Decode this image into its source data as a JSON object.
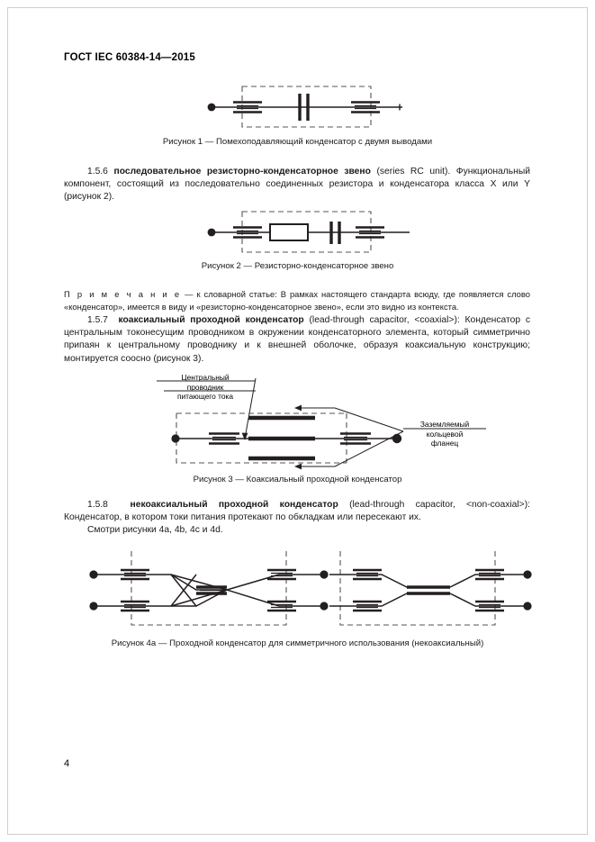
{
  "document": {
    "header": "ГОСТ IEC 60384-14—2015",
    "page_number": "4"
  },
  "sections": {
    "s156": {
      "number": "1.5.6",
      "term": "последовательное резисторно-конденсаторное звено",
      "body": " (series RC unit). Функциональный компонент, состоящий из последовательно соединенных резистора и конденсатора класса X или Y (рисунок 2)."
    },
    "note": {
      "label": "П р и м е ч а н и е",
      "body": "  — к словарной статье: В рамках настоящего стандарта всюду, где появляется слово «конденсатор», имеется в виду и «резисторно-конденсаторное звено», если это видно из контекста."
    },
    "s157": {
      "number": "1.5.7",
      "term": "коаксиальный проходной конденсатор",
      "body": " (lead-through capacitor, <coaxial>): Конденсатор с центральным токонесущим проводником в окружении конденсаторного элемента, который симметрично припаян к центральному проводнику и к внешней оболочке, образуя коаксиальную конструкцию; монтируется соосно (рисунок 3)."
    },
    "s158": {
      "number": "1.5.8",
      "term": "некоаксиальный проходной конденсатор",
      "body": " (lead-through capacitor, <non-coaxial>): Конденсатор, в котором токи питания протекают по обкладкам или пересекают их.",
      "see_also": "Смотри рисунки 4a, 4b, 4c и 4d."
    }
  },
  "figures": {
    "fig1": {
      "caption": "Рисунок 1 — Помехоподавляющий конденсатор с двумя выводами"
    },
    "fig2": {
      "caption": "Рисунок 2 — Резисторно-конденсаторное звено"
    },
    "fig3": {
      "caption": "Рисунок 3 — Коаксиальный проходной конденсатор",
      "label_left": "Центральный\nпроводник\nпитающего тока",
      "label_left_line1": "Центральный",
      "label_left_line2": "проводник",
      "label_left_line3": "питающего тока",
      "label_right_line1": "Заземляемый",
      "label_right_line2": "кольцевой",
      "label_right_line3": "фланец"
    },
    "fig4a": {
      "caption": "Рисунок 4a — Проходной конденсатор для симметричного использования (некоаксиальный)"
    }
  },
  "colors": {
    "ink": "#1a1a1a",
    "line": "#231f20",
    "dash": "#555555"
  }
}
